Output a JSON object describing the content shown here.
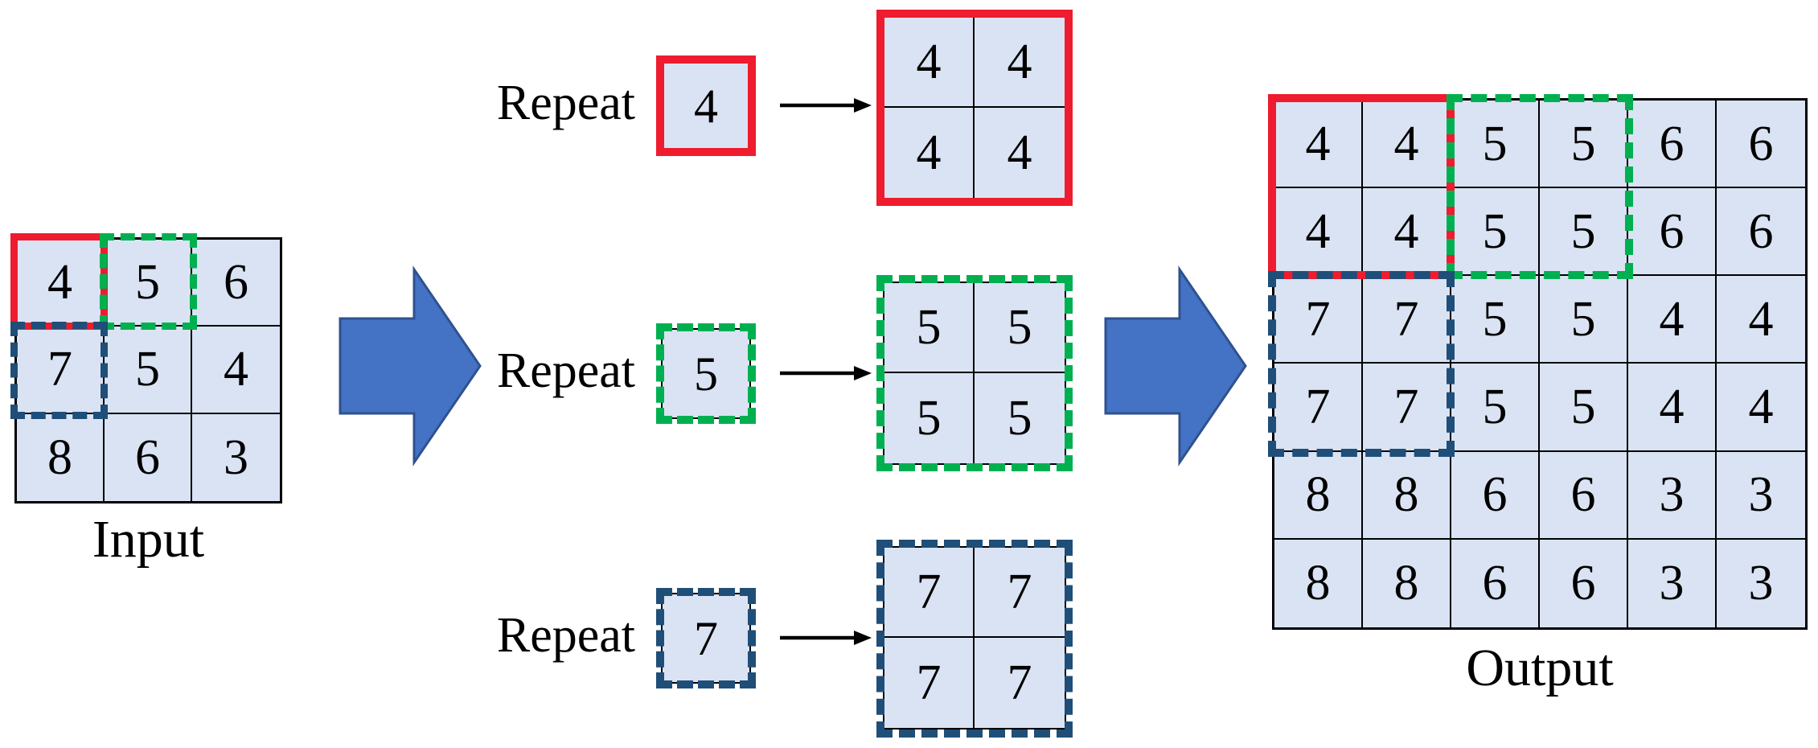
{
  "diagram": {
    "input": {
      "label": "Input",
      "grid": [
        [
          "4",
          "5",
          "6"
        ],
        [
          "7",
          "5",
          "4"
        ],
        [
          "8",
          "6",
          "3"
        ]
      ]
    },
    "output": {
      "label": "Output",
      "grid": [
        [
          "4",
          "4",
          "5",
          "5",
          "6",
          "6"
        ],
        [
          "4",
          "4",
          "5",
          "5",
          "6",
          "6"
        ],
        [
          "7",
          "7",
          "5",
          "5",
          "4",
          "4"
        ],
        [
          "7",
          "7",
          "5",
          "5",
          "4",
          "4"
        ],
        [
          "8",
          "8",
          "6",
          "6",
          "3",
          "3"
        ],
        [
          "8",
          "8",
          "6",
          "6",
          "3",
          "3"
        ]
      ]
    },
    "repeat_rows": [
      {
        "label": "Repeat",
        "source_value": "4",
        "highlight": "red-solid",
        "result": [
          [
            "4",
            "4"
          ],
          [
            "4",
            "4"
          ]
        ]
      },
      {
        "label": "Repeat",
        "source_value": "5",
        "highlight": "green-dashed",
        "result": [
          [
            "5",
            "5"
          ],
          [
            "5",
            "5"
          ]
        ]
      },
      {
        "label": "Repeat",
        "source_value": "7",
        "highlight": "navy-dashed",
        "result": [
          [
            "7",
            "7"
          ],
          [
            "7",
            "7"
          ]
        ]
      }
    ]
  },
  "colors": {
    "cell_fill": "#dae3f3",
    "grid_line": "#000000",
    "highlight_red": "#ee1c2e",
    "highlight_green": "#00b050",
    "highlight_navy": "#1f4e79",
    "block_arrow_fill": "#4472c4",
    "block_arrow_stroke": "#2f528f",
    "text": "#000000"
  }
}
